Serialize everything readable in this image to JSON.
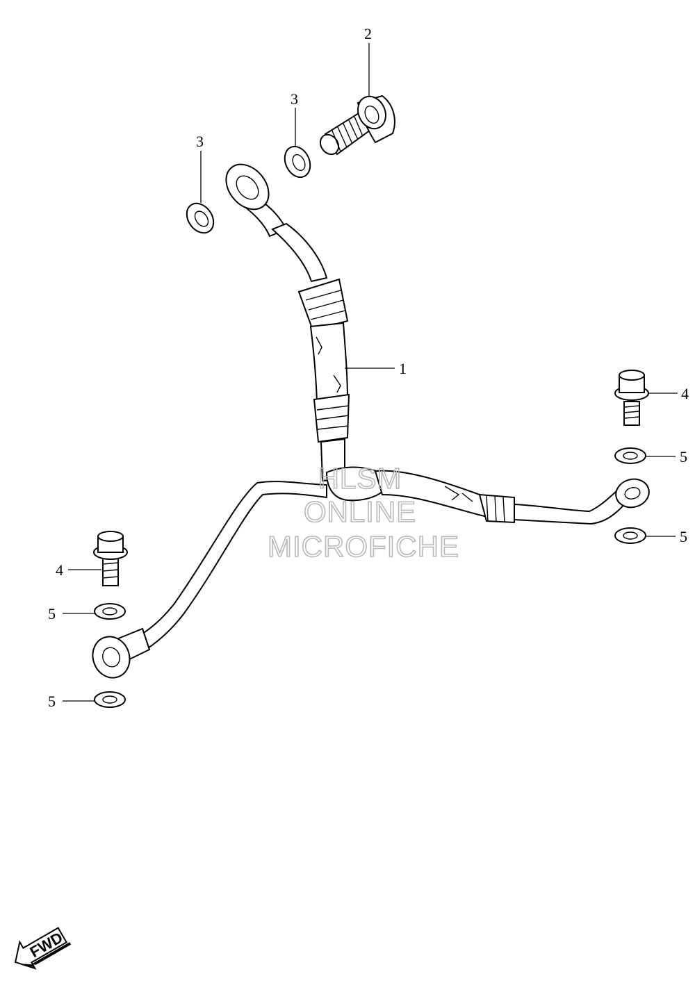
{
  "callouts": {
    "hose_assembly": "1",
    "union_bolt": "2",
    "gasket_left": "3",
    "gasket_right": "3",
    "bolt_right": "4",
    "bolt_left": "4",
    "washer_right_upper": "5",
    "washer_right_lower": "5",
    "washer_left_upper": "5",
    "washer_left_lower": "5"
  },
  "watermark": {
    "line1": "HLSM",
    "line2": "ONLINE",
    "line3": "MICROFICHE"
  },
  "direction_arrow": {
    "label": "FWD"
  },
  "colors": {
    "line": "#000000",
    "watermark": "#b8b8b8",
    "background": "#ffffff"
  }
}
